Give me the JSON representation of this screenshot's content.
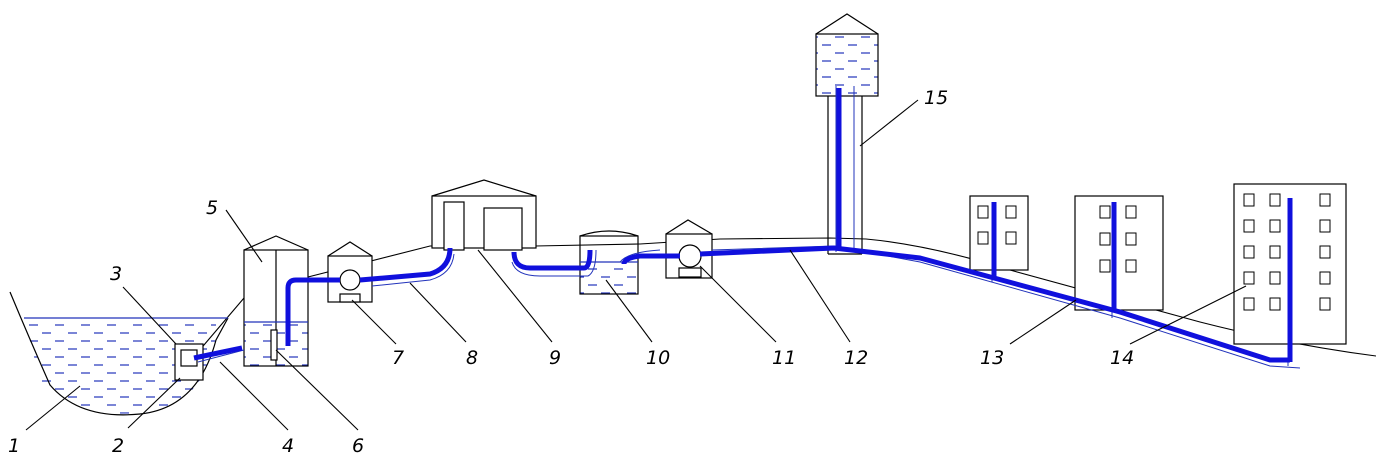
{
  "diagram": {
    "labels": {
      "reservoir": "1",
      "intake_crib": "2",
      "intake_screen": "3",
      "gravity_pipe": "4",
      "intake_well": "5",
      "well_screen": "6",
      "first_lift_pump_station": "7",
      "raw_water_main": "8",
      "treatment_plant": "9",
      "clean_water_reservoir": "10",
      "second_lift_pump_station": "11",
      "supply_main": "12",
      "distribution_network": "13",
      "consumers_buildings": "14",
      "water_tower": "15"
    },
    "colors": {
      "pipe": "#1010dd",
      "water_dash": "#2233bb",
      "line": "#000000",
      "pipe_casing": "#2233bb"
    }
  }
}
